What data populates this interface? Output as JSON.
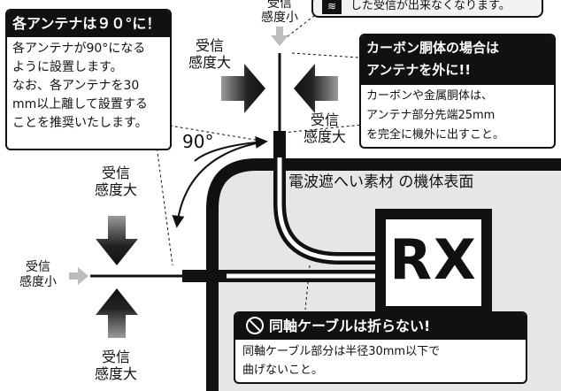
{
  "top_right_note": {
    "text": "した受信が出来なくなります。"
  },
  "antenna_90": {
    "title": "各アンテナは９０°に！",
    "lines": [
      "各アンテナが90°になる",
      "ように設置します。",
      "なお、各アンテナを30",
      "mm以上離して設置する",
      "ことを推奨いたします。"
    ]
  },
  "carbon": {
    "title_lines": [
      "カーボン胴体の場合は",
      "アンテナを外に!!"
    ],
    "lines": [
      "カーボンや金属胴体は、",
      "アンテナ部分先端25mm",
      "を完全に機外に出すこと。"
    ]
  },
  "coax": {
    "title": "同軸ケーブルは折らない!",
    "lines": [
      "同軸ケーブル部分は半径30mm以下で",
      "曲げないこと。"
    ]
  },
  "labels": {
    "top_small": [
      "受信",
      "感度小"
    ],
    "vertical_left_large": [
      "受信",
      "感度大"
    ],
    "vertical_right_large": [
      "受信",
      "感度大"
    ],
    "horizontal_top_large": [
      "受信",
      "感度大"
    ],
    "horizontal_left_small": [
      "受信",
      "感度小"
    ],
    "horizontal_bottom_large": [
      "受信",
      "感度大"
    ],
    "angle": "90°",
    "surface": "電波遮へい素材 の機体表面",
    "receiver": "RX"
  },
  "icons": {
    "antenna_note": "antenna-signal-icon",
    "prohibit": "prohibited-icon"
  },
  "colors": {
    "fuselage": "#e6e6e6",
    "ink": "#111111",
    "note_bg": "#f2f2f2",
    "arrow_light": "#bdbdbd"
  }
}
